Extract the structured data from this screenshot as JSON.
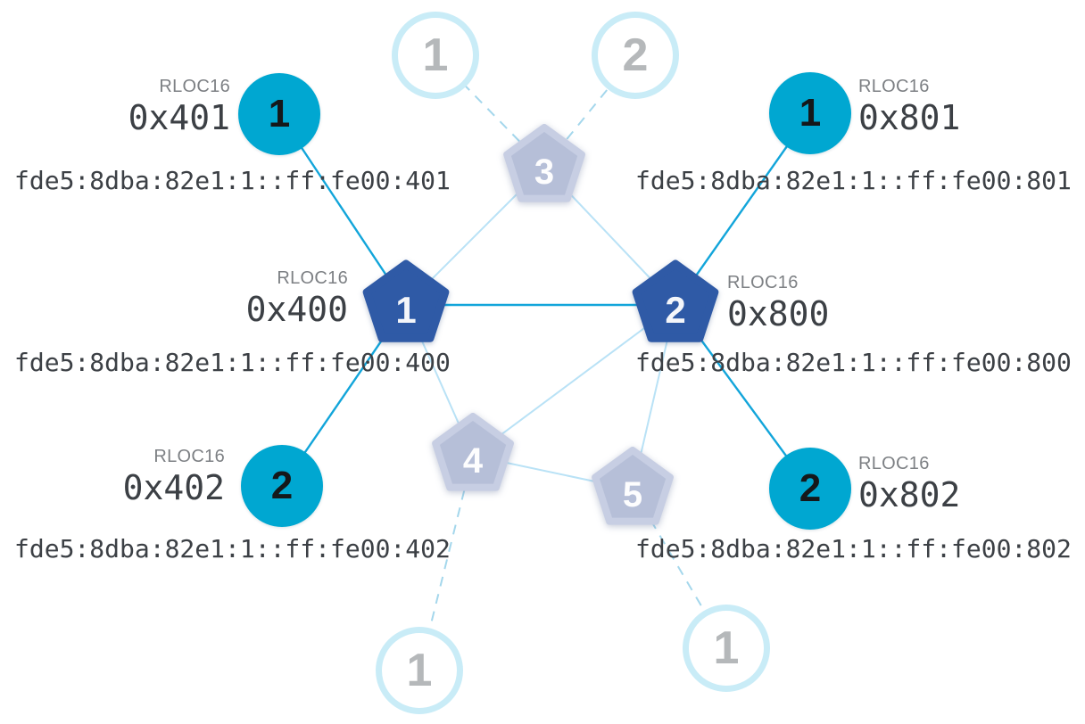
{
  "diagram": {
    "description": "Thread mesh network topology with two active routers, three idle routers and child end-devices",
    "rloc_label": "RLOC16",
    "colors": {
      "router_active_fill": "#2f5aa6",
      "child_active_fill": "#00a7d1",
      "node_faded_fill": "#b6bfd8",
      "node_faded_border": "#c7cee3",
      "faded_circle_border": "#c9ecf7",
      "link_active": "#12a5da",
      "link_idle": "#b9e2f6",
      "link_dashed": "#a4d7ec",
      "text_dark": "#3c4045",
      "text_gray": "#7d8084",
      "faded_number_gray": "#b5b8ba"
    },
    "routers": {
      "r1": {
        "label": "1",
        "state": "active",
        "rloc16": "0x400",
        "ipv6": "fde5:8dba:82e1:1::ff:fe00:400"
      },
      "r2": {
        "label": "2",
        "state": "active",
        "rloc16": "0x800",
        "ipv6": "fde5:8dba:82e1:1::ff:fe00:800"
      },
      "r3": {
        "label": "3",
        "state": "faded"
      },
      "r4": {
        "label": "4",
        "state": "faded"
      },
      "r5": {
        "label": "5",
        "state": "faded"
      }
    },
    "children": {
      "c401": {
        "label": "1",
        "rloc16": "0x401",
        "ipv6": "fde5:8dba:82e1:1::ff:fe00:401",
        "parent": "r1"
      },
      "c402": {
        "label": "2",
        "rloc16": "0x402",
        "ipv6": "fde5:8dba:82e1:1::ff:fe00:402",
        "parent": "r1"
      },
      "c801": {
        "label": "1",
        "rloc16": "0x801",
        "ipv6": "fde5:8dba:82e1:1::ff:fe00:801",
        "parent": "r2"
      },
      "c802": {
        "label": "2",
        "rloc16": "0x802",
        "ipv6": "fde5:8dba:82e1:1::ff:fe00:802",
        "parent": "r2"
      },
      "faded_top_1": {
        "label": "1",
        "state": "faded",
        "parent": "r3"
      },
      "faded_top_2": {
        "label": "2",
        "state": "faded",
        "parent": "r3"
      },
      "faded_bottom_left": {
        "label": "1",
        "state": "faded",
        "parent": "r4"
      },
      "faded_bottom_right": {
        "label": "1",
        "state": "faded",
        "parent": "r5"
      }
    },
    "links": [
      {
        "from": "c401",
        "to": "r1",
        "type": "active"
      },
      {
        "from": "c402",
        "to": "r1",
        "type": "active"
      },
      {
        "from": "r1",
        "to": "r2",
        "type": "active"
      },
      {
        "from": "c801",
        "to": "r2",
        "type": "active"
      },
      {
        "from": "c802",
        "to": "r2",
        "type": "active"
      },
      {
        "from": "r1",
        "to": "r3",
        "type": "idle"
      },
      {
        "from": "r2",
        "to": "r3",
        "type": "idle"
      },
      {
        "from": "r1",
        "to": "r4",
        "type": "idle"
      },
      {
        "from": "r2",
        "to": "r4",
        "type": "idle"
      },
      {
        "from": "r2",
        "to": "r5",
        "type": "idle"
      },
      {
        "from": "r4",
        "to": "r5",
        "type": "idle"
      },
      {
        "from": "r3",
        "to": "faded_top_1",
        "type": "dashed"
      },
      {
        "from": "r3",
        "to": "faded_top_2",
        "type": "dashed"
      },
      {
        "from": "r4",
        "to": "faded_bottom_left",
        "type": "dashed"
      },
      {
        "from": "r5",
        "to": "faded_bottom_right",
        "type": "dashed"
      }
    ]
  }
}
